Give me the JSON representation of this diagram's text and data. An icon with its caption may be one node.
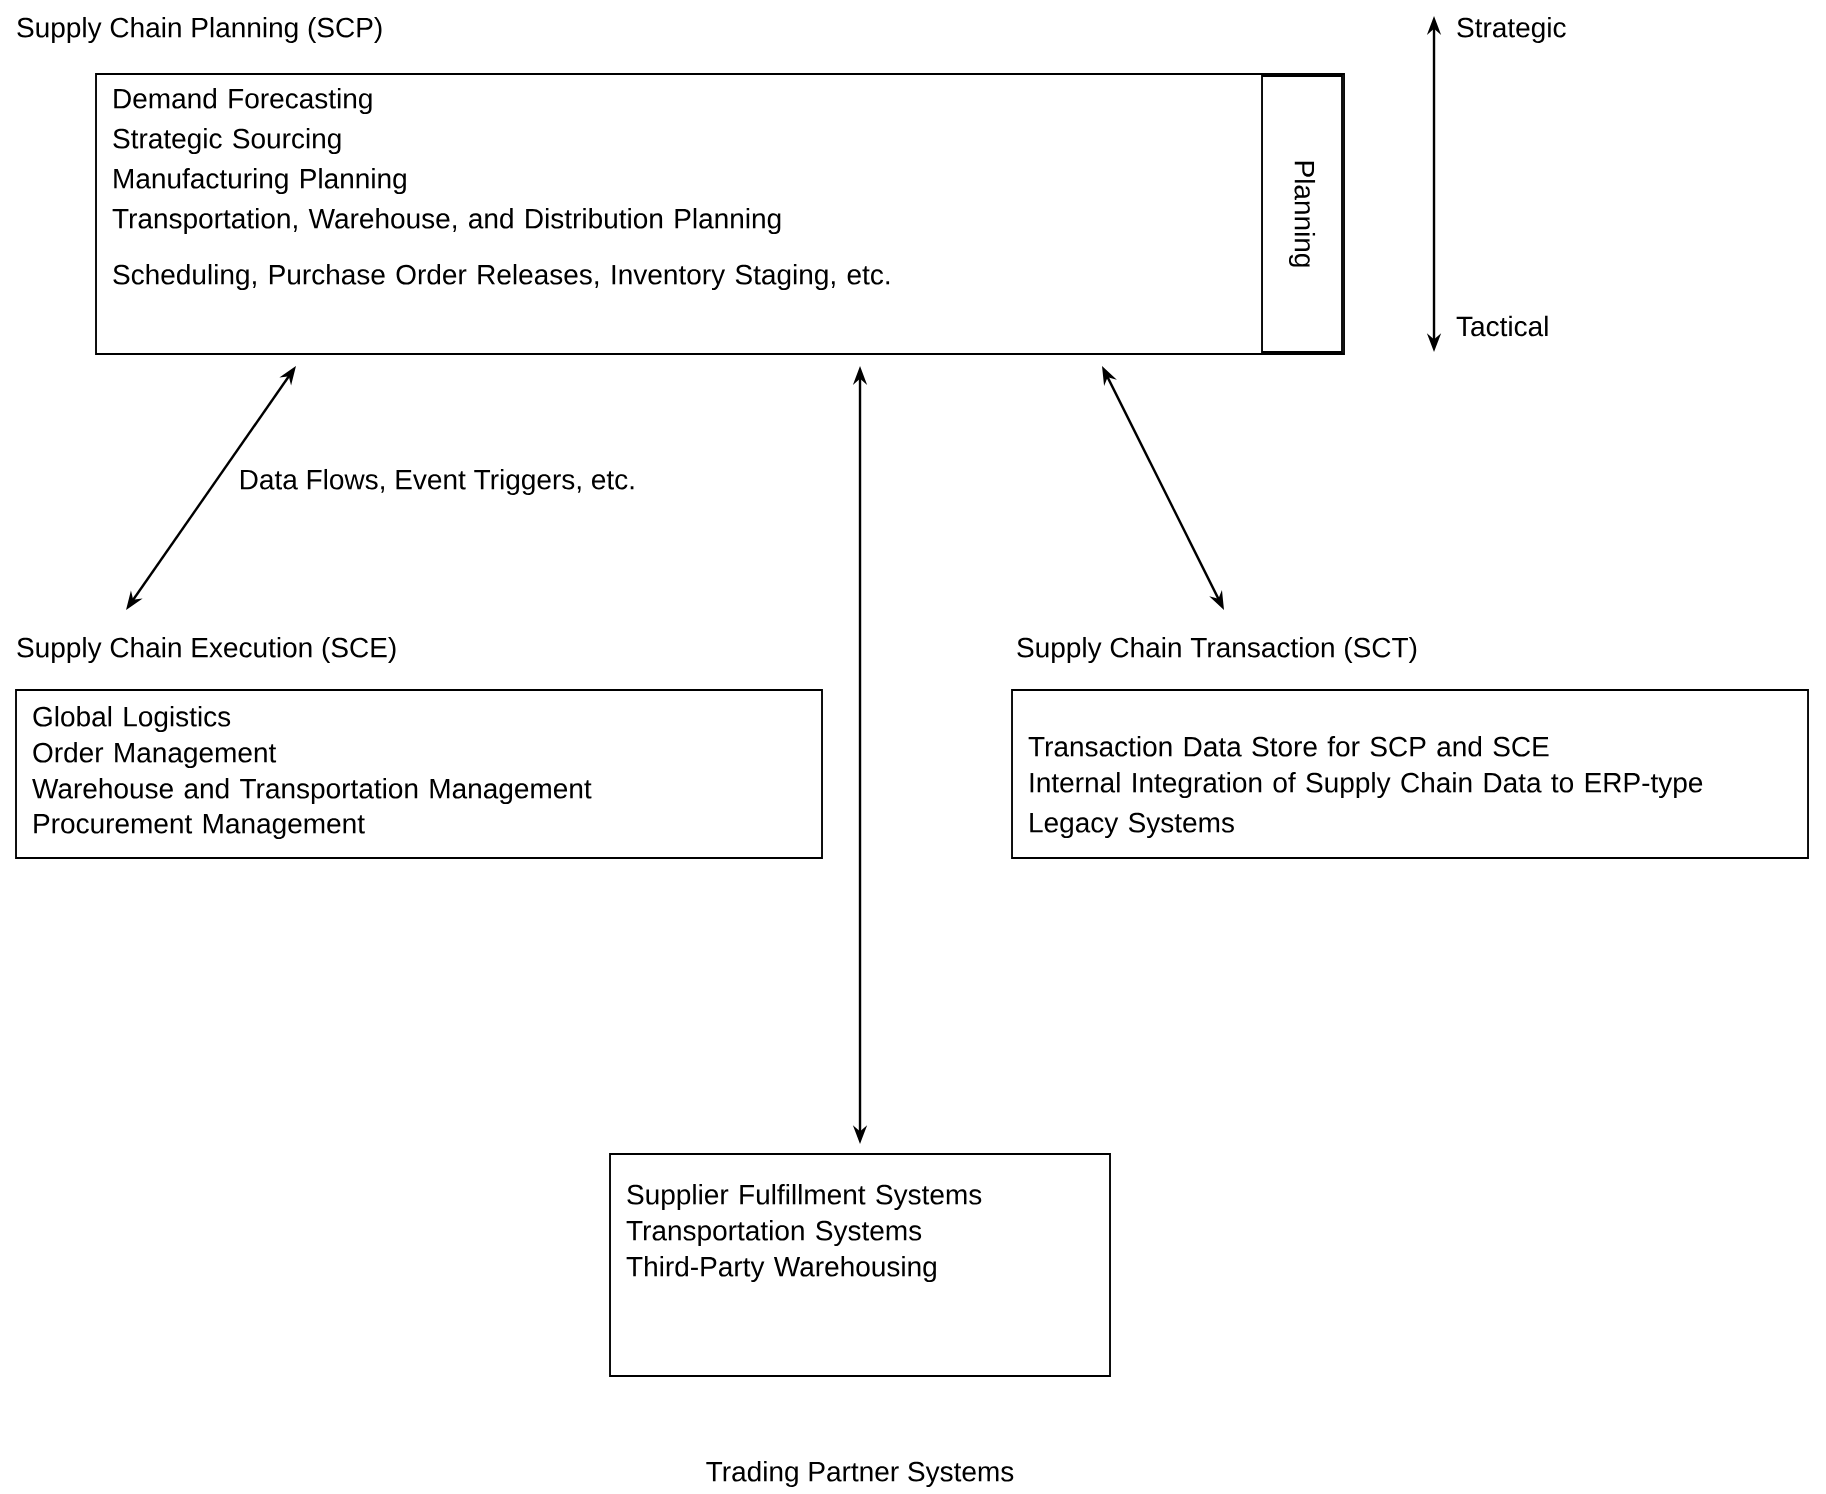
{
  "diagram": {
    "nodes": [
      {
        "text": [
          "Supply Chain Planning (SCP)",
          "Demand Forecasting",
          "Strategic Sourcing",
          "Manufacturing Planning",
          "Transportation, Warehouse, and Distribution Planning",
          "Scheduling, Purchase Order Releases, Inventory Staging, etc."
        ]
      },
      {
        "text": [
          "Planning"
        ],
        "in": 0
      },
      {
        "text": [
          "Supply Chain Execution (SCE)",
          "Global Logistics",
          "Order Management",
          "Warehouse and Transportation Management",
          "Procurement Management"
        ]
      },
      {
        "text": [
          "Supply Chain Transaction (SCT)",
          "Transaction Data Store for SCP and SCE",
          "Internal Integration of Supply Chain Data to ERP-type Legacy Systems"
        ]
      },
      {
        "text": [
          "Supplier Fulfillment Systems",
          "Transportation Systems",
          "Third-Party Warehousing",
          "Trading Partner Systems"
        ]
      }
    ],
    "edges": [
      {
        "from": 0,
        "to": 2,
        "arrow": "both",
        "label": "Data Flows, Event Triggers, etc."
      },
      {
        "from": 0,
        "to": 3,
        "arrow": "both"
      },
      {
        "from": 0,
        "to": 4,
        "arrow": "both"
      }
    ],
    "labels": [
      "Strategic",
      "Tactical"
    ]
  }
}
